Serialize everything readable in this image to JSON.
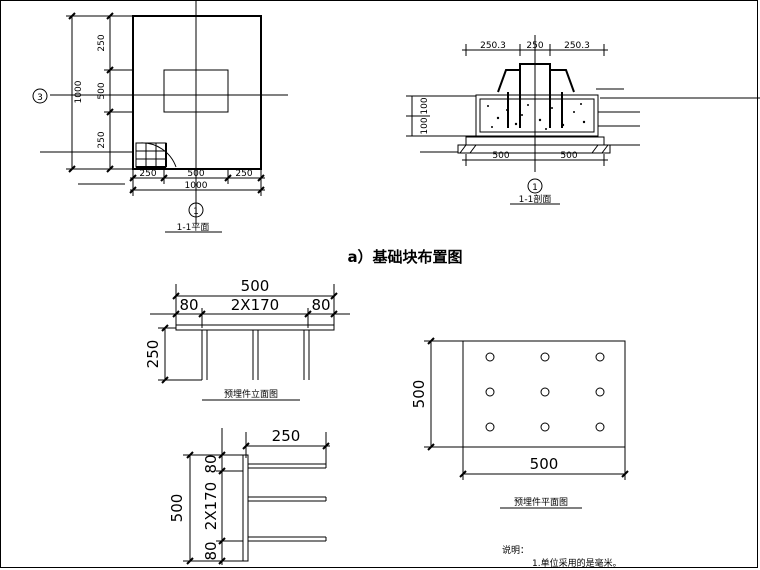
{
  "plan_view": {
    "dims_left": [
      "250",
      "500",
      "250"
    ],
    "total_left": "1000",
    "dims_bottom": [
      "250",
      "500",
      "250"
    ],
    "total_bottom": "1000",
    "axis_marker": "1",
    "left_axis_marker": "3",
    "caption": "1-1平面"
  },
  "section_view": {
    "dims_top": [
      "250.3",
      "250",
      "250.3"
    ],
    "dims_left": [
      "100",
      "100"
    ],
    "dims_bottom": [
      "500",
      "500"
    ],
    "axis_marker": "1",
    "caption": "1-1剖面"
  },
  "main_caption": "a）基础块布置图",
  "elevation": {
    "total_width": "500",
    "left_margin": "80",
    "spacing": "2X170",
    "right_margin": "80",
    "height": "250",
    "caption": "预埋件立面图"
  },
  "side_elevation": {
    "depth": "250",
    "total": "500",
    "top_margin": "80",
    "spacing": "2X170",
    "bottom_margin": "80"
  },
  "plan_plate": {
    "height": "500",
    "width": "500",
    "caption": "预埋件平面图",
    "hole_rows": 3,
    "hole_cols": 3
  },
  "notes": {
    "title": "说明：",
    "line1": "1.单位采用的是毫米。"
  }
}
